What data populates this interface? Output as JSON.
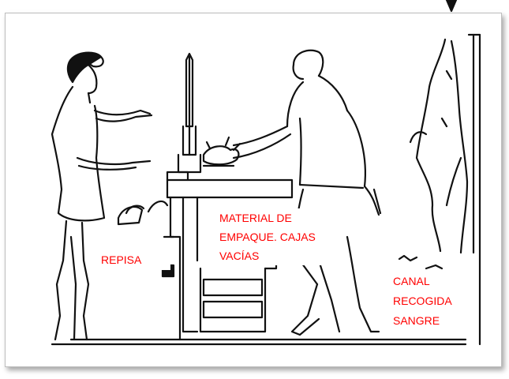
{
  "labels": {
    "repisa": "REPISA",
    "material_line1": "MATERIAL DE",
    "material_line2": "EMPAQUE. CAJAS",
    "material_line3": "VACÍAS",
    "canal_line1": "CANAL",
    "canal_line2": "RECOGIDA",
    "canal_line3": "SANGRE"
  },
  "colors": {
    "label_text": "#ff0000",
    "line_art": "#111111",
    "background": "#ffffff"
  }
}
